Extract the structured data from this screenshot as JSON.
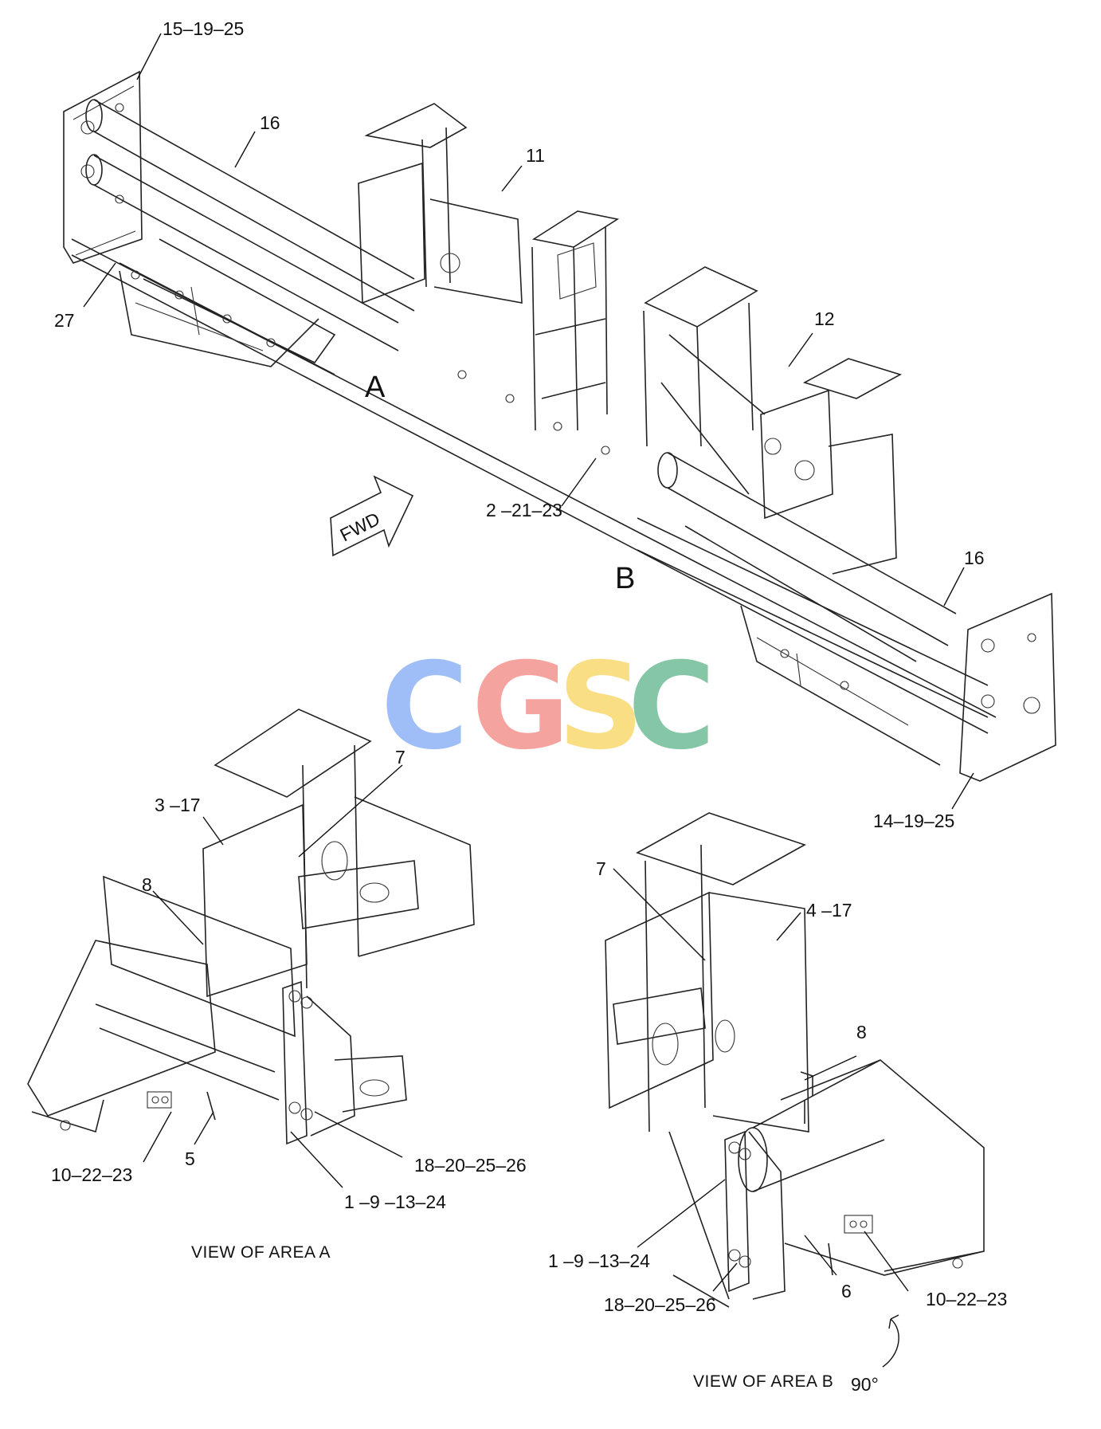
{
  "labels": {
    "top_left_frame": "15–19–25",
    "tube_top": "16",
    "part_11": "11",
    "part_27": "27",
    "area_a": "A",
    "part_12": "12",
    "fwd": "FWD",
    "part_2_21_23": "2 –21–23",
    "area_b": "B",
    "tube_right": "16",
    "right_frame": "14–19–25",
    "a_part_7": "7",
    "a_part_3_17": "3 –17",
    "a_part_8": "8",
    "a_part_10_22_23": "10–22–23",
    "a_part_5": "5",
    "a_part_18_20_25_26": "18–20–25–26",
    "a_part_1_9_13_24": "1 –9 –13–24",
    "b_part_7": "7",
    "b_part_4_17": "4 –17",
    "b_part_8": "8",
    "b_part_1_9_13_24": "1 –9 –13–24",
    "b_part_18_20_25_26": "18–20–25–26",
    "b_part_6": "6",
    "b_part_10_22_23": "10–22–23"
  },
  "captions": {
    "view_a": "VIEW OF AREA  A",
    "view_b": "VIEW OF AREA  B",
    "rotation": "90°"
  },
  "watermark": {
    "letters": [
      "C",
      "G",
      "S",
      "C"
    ],
    "colors": [
      "#7fa7f5",
      "#f2857f",
      "#f7d35a",
      "#5cb387"
    ]
  }
}
